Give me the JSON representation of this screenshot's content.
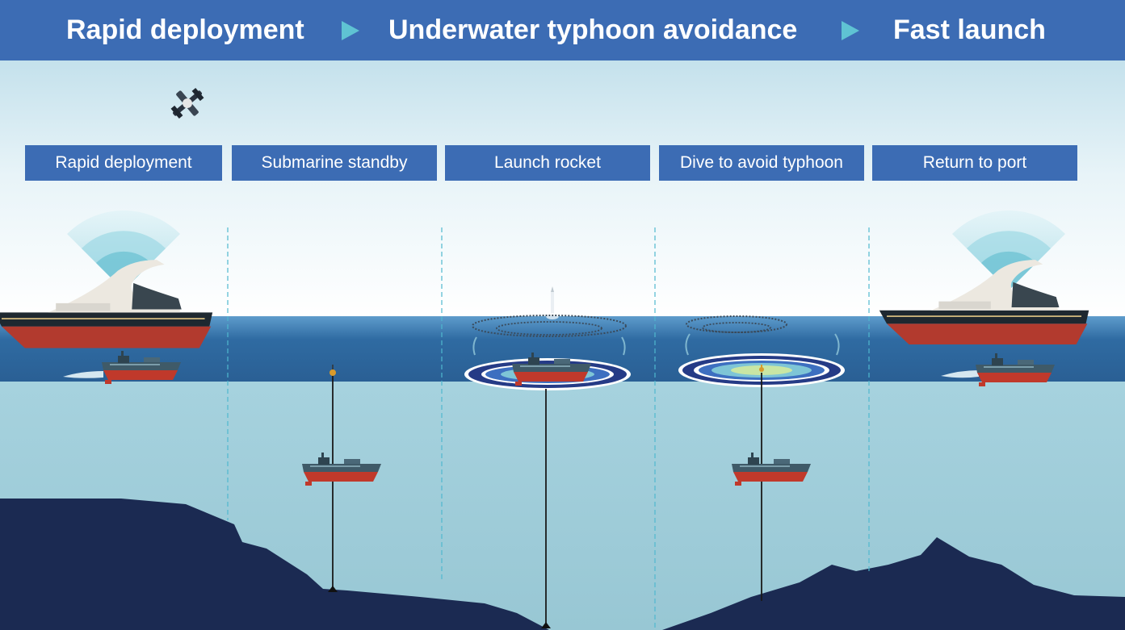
{
  "header": {
    "steps": [
      "Rapid deployment",
      "Underwater typhoon avoidance",
      "Fast launch"
    ],
    "accent": "#3c6cb4",
    "arrow_color": "#5fc3d3"
  },
  "stages": [
    {
      "label": "Rapid deployment"
    },
    {
      "label": "Submarine standby"
    },
    {
      "label": "Launch rocket"
    },
    {
      "label": "Dive to avoid typhoon"
    },
    {
      "label": "Return to port"
    }
  ],
  "colors": {
    "sky_top": "#c4e1ec",
    "sea_surface": "#2f6ba2",
    "underwater": "#a0cedb",
    "seabed": "#1b2a52",
    "divider": "#4fb8cf"
  },
  "icons": [
    "drone-icon",
    "mothership-icon",
    "unmanned-boat-icon",
    "signal-waves-icon",
    "rocket-icon",
    "ripple-rings-icon",
    "anchor-icon"
  ]
}
